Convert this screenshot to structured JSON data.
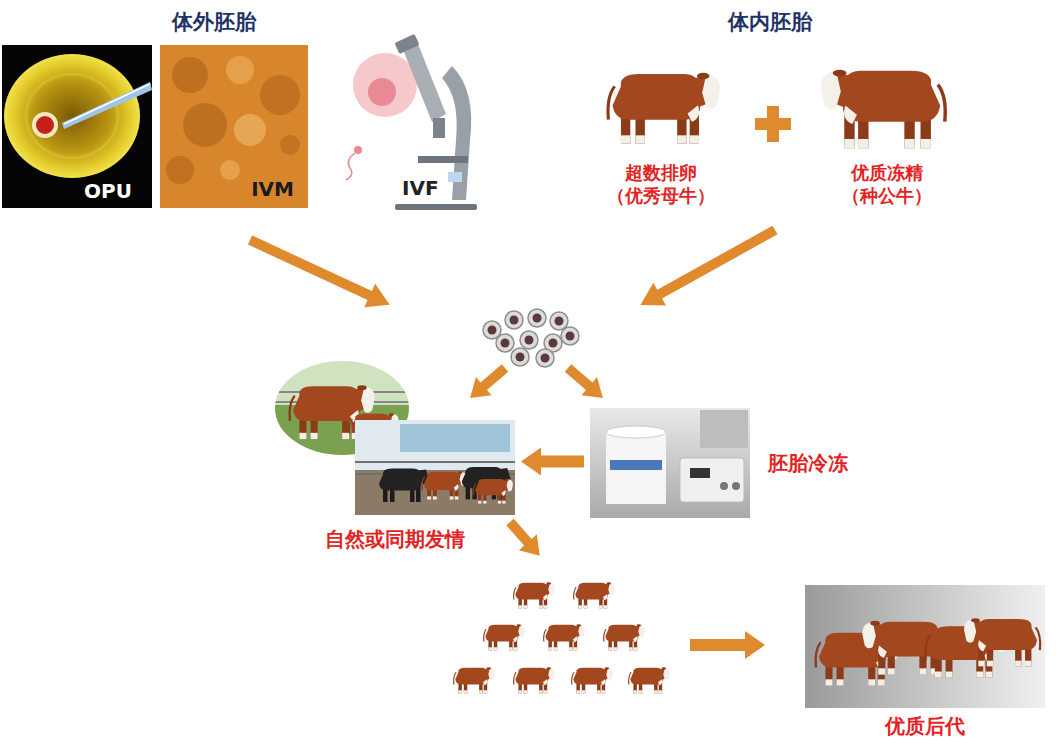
{
  "diagram": {
    "nodes": [
      {
        "text": [
          "OPU"
        ]
      },
      {
        "text": [
          "IVM"
        ]
      },
      {
        "text": [
          "IVF"
        ]
      },
      {
        "text": [
          "超数排卵 （优秀母牛）"
        ]
      },
      {
        "text": [
          "优质冻精 （种公牛）"
        ]
      },
      {
        "text": [
          "自然或同期发情"
        ]
      },
      {
        "text": [
          "胚胎冷冻"
        ]
      },
      {
        "text": [
          "优质后代"
        ]
      }
    ],
    "edges": [
      {
        "from": 6,
        "to": 5,
        "arrow": "to"
      }
    ],
    "labels": [
      "体外胚胎",
      "体内胚胎"
    ]
  }
}
